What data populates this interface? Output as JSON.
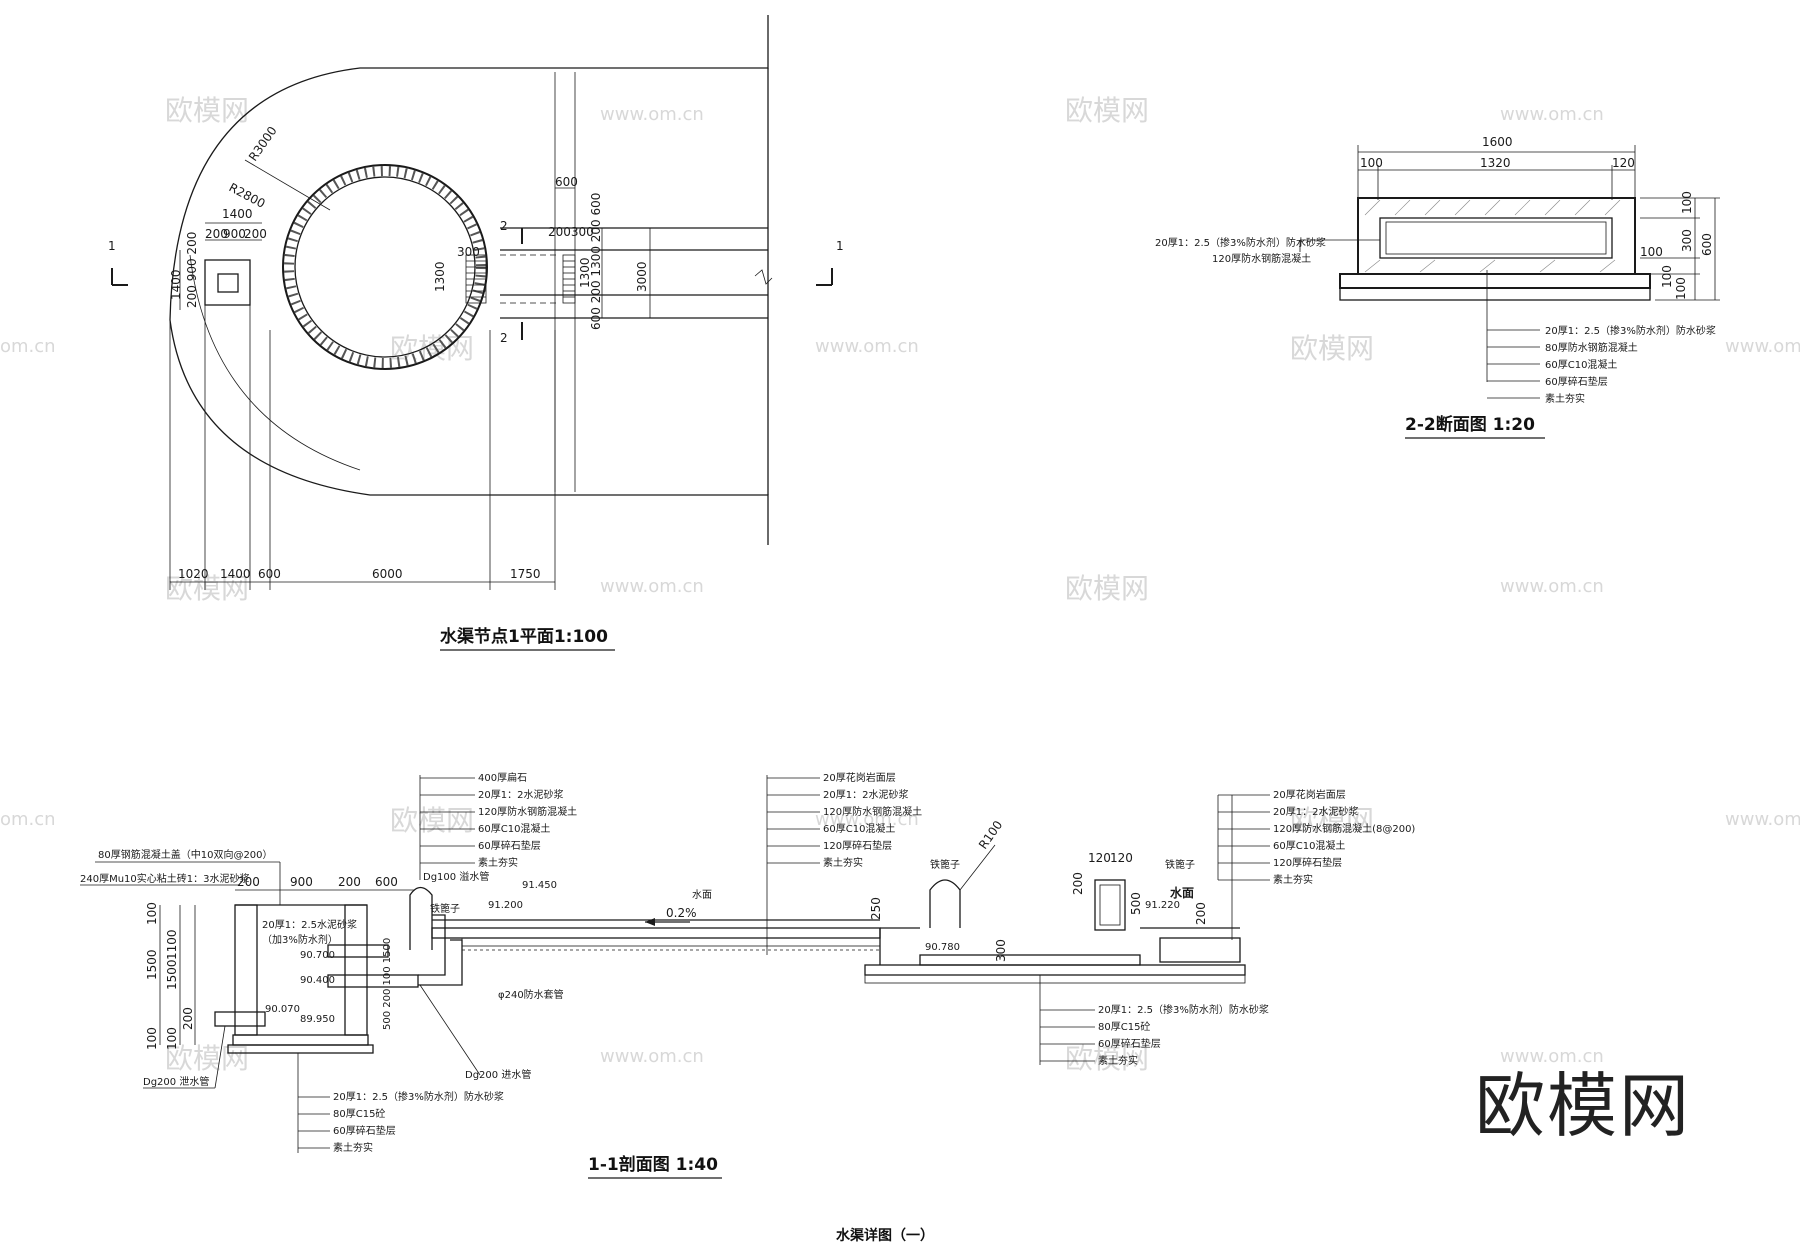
{
  "sheet_title": "水渠详图（一）",
  "watermark": {
    "brand": "欧模网",
    "url": "www.om.cn",
    "url_partial": "om.cn"
  },
  "plan": {
    "title": "水渠节点1平面1:100",
    "section_marks": {
      "s1": "1",
      "s2": "2"
    },
    "radius_outer": "R3000",
    "radius_inner": "R2800",
    "dims_top": {
      "d1400": "1400",
      "d200a": "200",
      "d900": "900",
      "d200b": "200"
    },
    "dims_left": "1400",
    "dims_left_stack": "200 900 200",
    "dim_600_top": "600",
    "dim_200_300": "200300",
    "dim_300": "300",
    "dim_1300_left": "1300",
    "dim_1300_right": "1300",
    "dim_3000": "3000",
    "dim_stack_right": "600 200 1300 200 600",
    "dims_bottom": {
      "b1020": "1020",
      "b1400": "1400",
      "b600": "600",
      "b6000": "6000",
      "b1750": "1750"
    }
  },
  "section22": {
    "title": "2-2断面图  1:20",
    "dim_total": "1600",
    "dim_left": "100",
    "dim_mid": "1320",
    "dim_right": "120",
    "dim_v100": "100",
    "dim_v300": "300",
    "dim_v600": "600",
    "dim_v100b": "100",
    "dim_v100c": "100",
    "dim_v100d": "100",
    "notes_top": [
      "20厚1：2.5（掺3%防水剂）防水砂浆",
      "120厚防水钢筋混凝土"
    ],
    "notes_bottom": [
      "20厚1：2.5（掺3%防水剂）防水砂浆",
      "80厚防水钢筋混凝土",
      "60厚C10混凝土",
      "60厚碎石垫层",
      "素土夯实"
    ]
  },
  "section11": {
    "title": "1-1剖面图  1:40",
    "notes_left_top": [
      "400厚扁石",
      "20厚1：2水泥砂浆",
      "120厚防水钢筋混凝土",
      "60厚C10混凝土",
      "60厚碎石垫层",
      "素土夯实"
    ],
    "notes_mid_top": [
      "20厚花岗岩面层",
      "20厚1：2水泥砂浆",
      "120厚防水钢筋混凝土",
      "60厚C10混凝土",
      "120厚碎石垫层",
      "素土夯实"
    ],
    "notes_right_top": [
      "20厚花岗岩面层",
      "20厚1：2水泥砂浆",
      "120厚防水钢筋混凝土(8@200)",
      "60厚C10混凝土",
      "120厚碎石垫层",
      "素土夯实"
    ],
    "note_cover": "80厚钢筋混凝土盖（中10双向@200）",
    "note_wall": "240厚Mu10实心粘土砖1：3水泥砂浆",
    "note_inner": "20厚1：2.5水泥砂浆",
    "note_inner2": "（加3%防水剂）",
    "notes_left_bottom": [
      "20厚1：2.5（掺3%防水剂）防水砂浆",
      "80厚C15砼",
      "60厚碎石垫层",
      "素土夯实"
    ],
    "notes_right_bottom": [
      "20厚1：2.5（掺3%防水剂）防水砂浆",
      "80厚C15砼",
      "60厚碎石垫层",
      "素土夯实"
    ],
    "dims_top": {
      "d200a": "200",
      "d900": "900",
      "d200b": "200",
      "d600": "600",
      "d120a": "120",
      "d120b": "120"
    },
    "dims_left": {
      "v100": "100",
      "v1100": "1100",
      "v1500a": "1500",
      "v1500b": "1500",
      "v200": "200",
      "v100b": "100",
      "v100c": "100"
    },
    "elevations": {
      "e1": "91.450",
      "e2": "91.200",
      "e3": "90.700",
      "e4": "90.400",
      "e5": "90.070",
      "e6": "89.950",
      "e7": "90.780",
      "e8": "91.220"
    },
    "pipe_dg100": "Dg100 溢水管",
    "pipe_dg200_in": "Dg200 进水管",
    "pipe_dg200_out": "Dg200 泄水管",
    "pipe_240": "φ240防水套管",
    "label_grate_a": "铁篦子",
    "label_grate_b": "铁篦子",
    "label_grate_c": "铁篦子",
    "label_water_a": "水面",
    "label_water_b": "水面",
    "slope": "0.2%",
    "radius": "R100",
    "dim_250": "250",
    "dim_200": "200",
    "dim_500": "500",
    "dim_300": "300",
    "dim_200r": "200",
    "dim_stack_mid": "500 200 100 1500"
  }
}
